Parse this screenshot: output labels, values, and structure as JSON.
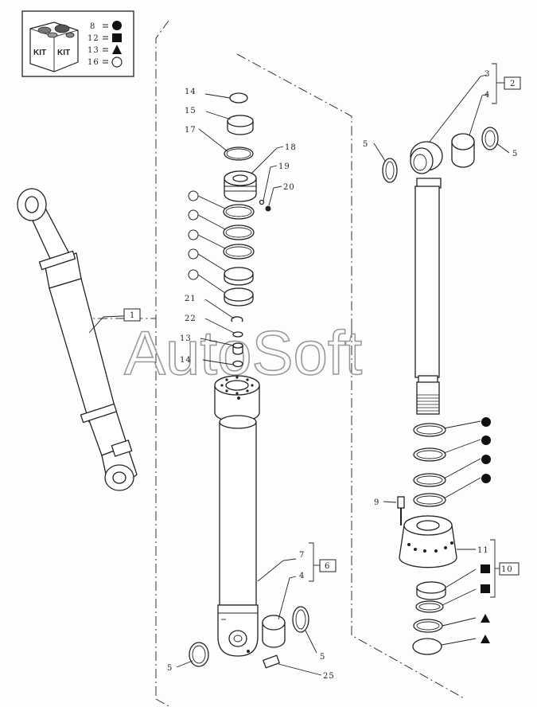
{
  "kit_legend": {
    "kit_label": "KIT",
    "entries": [
      {
        "number": "8",
        "symbol": "filled-circle"
      },
      {
        "number": "12",
        "symbol": "filled-square"
      },
      {
        "number": "13",
        "symbol": "filled-triangle"
      },
      {
        "number": "16",
        "symbol": "open-circle"
      }
    ]
  },
  "watermark": "AutoSoft",
  "callouts": {
    "c1": "1",
    "c2": "2",
    "c3": "3",
    "c4a": "4",
    "c5a": "5",
    "c5b": "5",
    "c9": "9",
    "c10": "10",
    "c11": "11",
    "c14a": "14",
    "c15": "15",
    "c17": "17",
    "c18": "18",
    "c19": "19",
    "c20": "20",
    "c21": "21",
    "c22": "22",
    "c13": "13",
    "c14b": "14",
    "c7": "7",
    "c4b": "4",
    "c6": "6",
    "c5c": "5",
    "c5d": "5",
    "c25": "25"
  },
  "colors": {
    "line": "#222222",
    "watermark": "#9a9a9a",
    "background": "#fdfdfd"
  }
}
